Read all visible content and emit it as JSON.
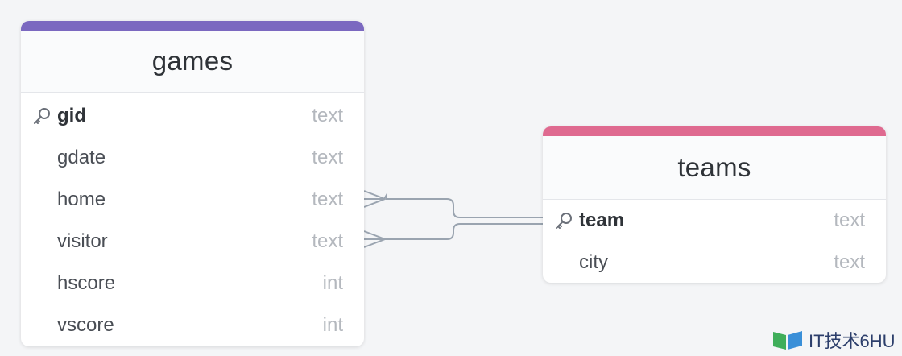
{
  "tables": {
    "games": {
      "name": "games",
      "accent_color": "#7b68c0",
      "columns": [
        {
          "name": "gid",
          "type": "text",
          "primary_key": true
        },
        {
          "name": "gdate",
          "type": "text",
          "primary_key": false
        },
        {
          "name": "home",
          "type": "text",
          "primary_key": false
        },
        {
          "name": "visitor",
          "type": "text",
          "primary_key": false
        },
        {
          "name": "hscore",
          "type": "int",
          "primary_key": false
        },
        {
          "name": "vscore",
          "type": "int",
          "primary_key": false
        }
      ]
    },
    "teams": {
      "name": "teams",
      "accent_color": "#df6a90",
      "columns": [
        {
          "name": "team",
          "type": "text",
          "primary_key": true
        },
        {
          "name": "city",
          "type": "text",
          "primary_key": false
        }
      ]
    }
  },
  "relationships": [
    {
      "from": "games.home",
      "to": "teams.team",
      "cardinality": "many-to-one"
    },
    {
      "from": "games.visitor",
      "to": "teams.team",
      "cardinality": "many-to-one"
    }
  ],
  "watermark": {
    "text": "IT技术6HU"
  }
}
